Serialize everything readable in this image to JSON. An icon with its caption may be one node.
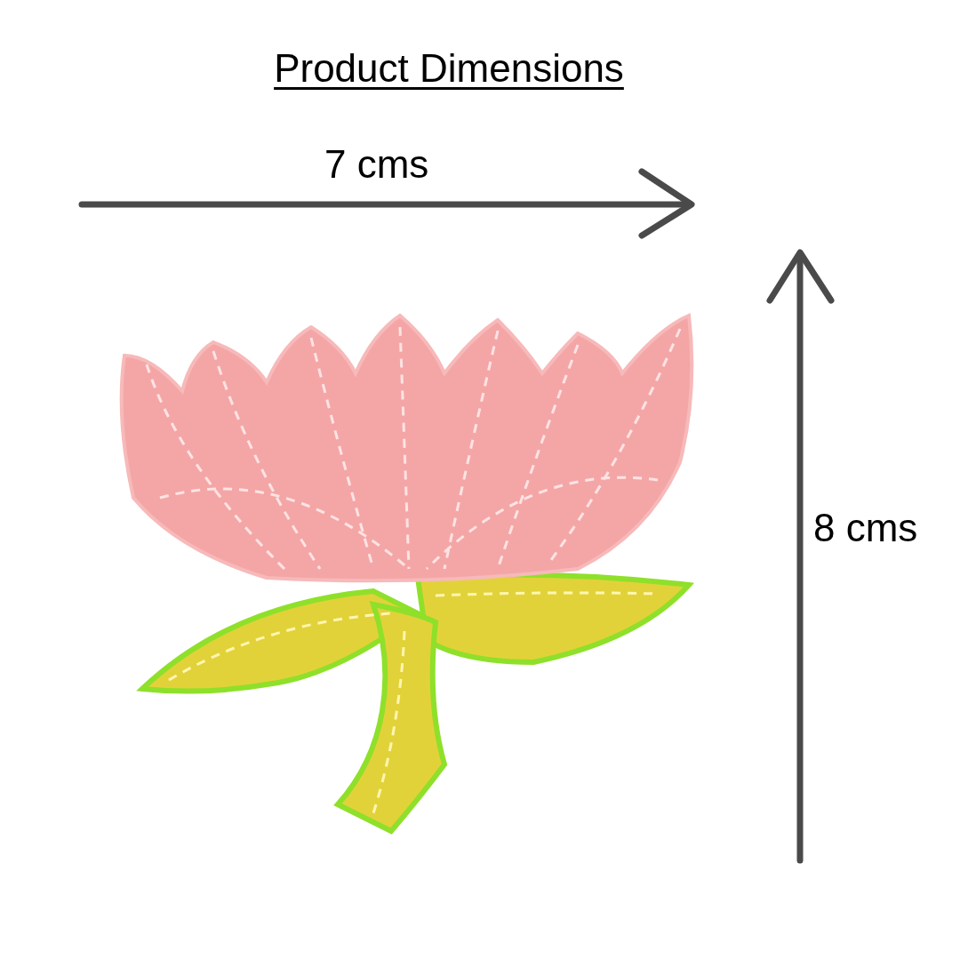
{
  "diagram": {
    "title": "Product Dimensions",
    "labels": [
      "7 cms",
      "8 cms"
    ]
  }
}
